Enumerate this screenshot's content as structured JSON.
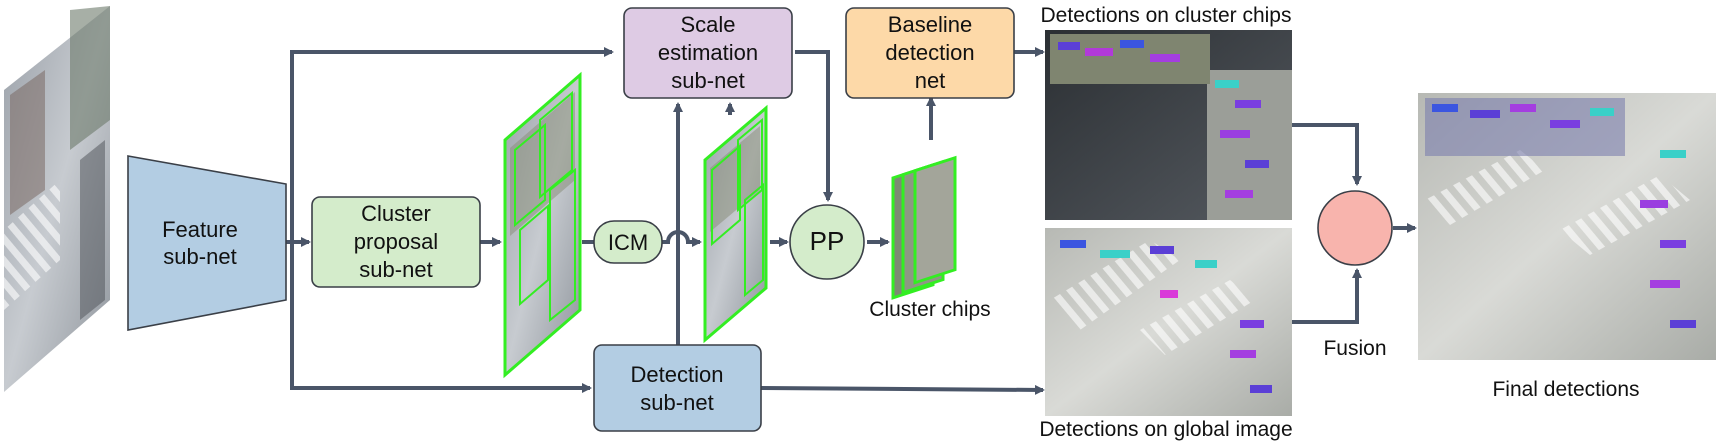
{
  "nodes": {
    "feature": [
      "Feature",
      "sub-net"
    ],
    "cluster_proposal": [
      "Cluster",
      "proposal",
      "sub-net"
    ],
    "icm": "ICM",
    "scale_estimation": [
      "Scale",
      "estimation",
      "sub-net"
    ],
    "pp": "PP",
    "baseline": [
      "Baseline",
      "detection",
      "net"
    ],
    "detection": [
      "Detection",
      "sub-net"
    ]
  },
  "labels": {
    "detections_cluster_chips": "Detections on cluster chips",
    "detections_global": "Detections on global image",
    "cluster_chips": "Cluster chips",
    "fusion": "Fusion",
    "final": "Final detections"
  },
  "colors": {
    "arrow": "#4a5568",
    "feature_fill": "#b3cde3",
    "cluster_fill": "#d4eccb",
    "icm_fill": "#d4eccb",
    "pp_fill": "#d4eccb",
    "scale_fill": "#decbe4",
    "baseline_fill": "#fdd9a8",
    "detection_fill": "#b3cde3",
    "fusion_fill": "#f8b4ad",
    "chip_green": "#33ee22"
  }
}
